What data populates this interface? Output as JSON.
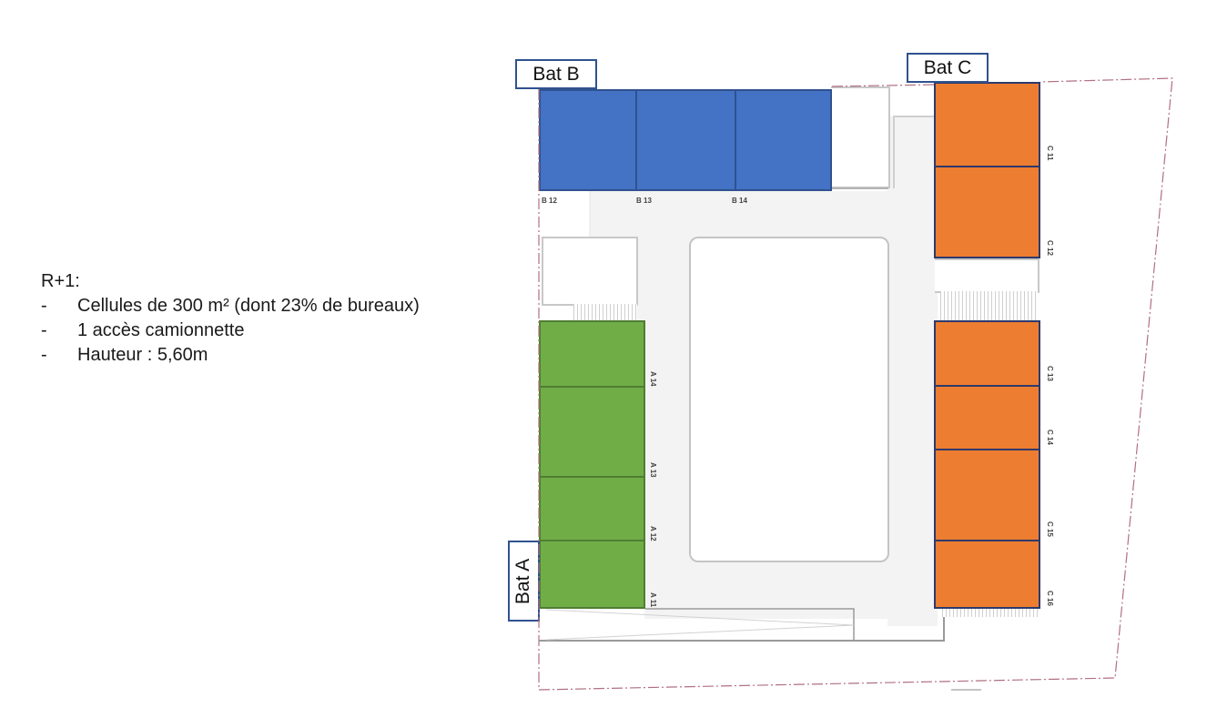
{
  "notes": {
    "title": "R+1:",
    "items": [
      {
        "bullet": "-",
        "text": "Cellules de 300 m² (dont 23% de bureaux)"
      },
      {
        "bullet": "-",
        "text": "1 accès camionnette"
      },
      {
        "bullet": "-",
        "text": "Hauteur : 5,60m"
      }
    ]
  },
  "buildings": {
    "A": {
      "label": "Bat A",
      "color": "#70ad47",
      "cells": [
        "A 14",
        "A 13",
        "A 12",
        "A 11"
      ]
    },
    "B": {
      "label": "Bat B",
      "color": "#4472c4",
      "cells": [
        "B 12",
        "B 13",
        "B 14"
      ]
    },
    "C": {
      "label": "Bat C",
      "color": "#ed7d31",
      "cells": [
        "C 11",
        "C 12",
        "C 13",
        "C 14",
        "C 15",
        "C 16"
      ]
    }
  },
  "colors": {
    "site_boundary": "#b07080",
    "road": "#f3f3f3",
    "outline": "#c4c4c4"
  }
}
